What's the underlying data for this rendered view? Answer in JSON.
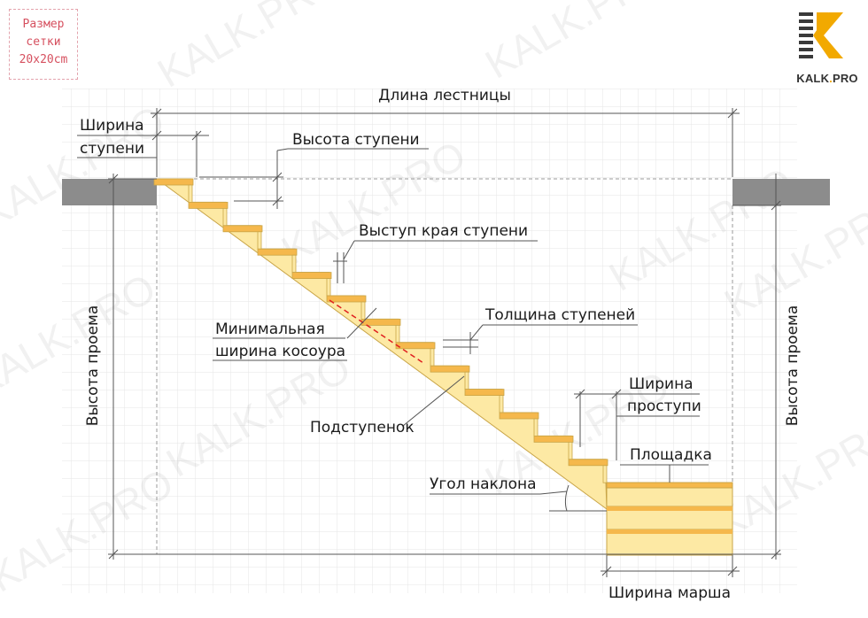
{
  "grid_note": {
    "line1": "Размер",
    "line2": "сетки",
    "line3": "20х20cm"
  },
  "logo": {
    "brand": "KALK",
    "dot": ".",
    "suffix": "PRO",
    "accent_color": "#f2a900"
  },
  "watermark": "KALK.PRO",
  "labels": {
    "stair_length": "Длина лестницы",
    "step_width_1": "Ширина",
    "step_width_2": "ступени",
    "step_height": "Высота ступени",
    "nosing": "Выступ края ступени",
    "tread_thickness": "Толщина ступеней",
    "min_stringer_1": "Минимальная",
    "min_stringer_2": "ширина косоура",
    "riser": "Подступенок",
    "tread_width_1": "Ширина",
    "tread_width_2": "проступи",
    "landing": "Площадка",
    "slope_angle": "Угол наклона",
    "opening_height_left": "Высота проема",
    "opening_height_right": "Высота проема",
    "flight_width": "Ширина марша"
  },
  "colors": {
    "wood": "#fde9a4",
    "wood_stroke": "#c9a548",
    "tread": "#f5b84c",
    "floor": "#8c8c8c",
    "dimension": "#555555",
    "red_dash": "#e02020",
    "grid": "#e8e8e8"
  }
}
